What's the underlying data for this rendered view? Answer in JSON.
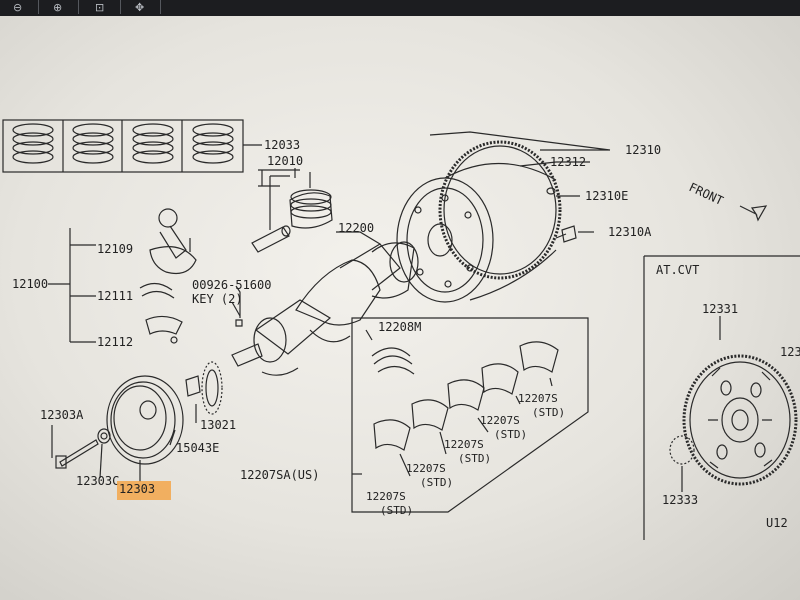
{
  "toolbar": {
    "buttons": [
      {
        "icon": "zoom-out-icon"
      },
      {
        "icon": "zoom-in-icon"
      },
      {
        "icon": "zoom-fit-icon"
      },
      {
        "icon": "pan-icon"
      }
    ]
  },
  "diagram": {
    "parts": {
      "p12033": "12033",
      "p12010": "12010",
      "p12109": "12109",
      "p12100": "12100",
      "p12111": "12111",
      "p12112": "12112",
      "p00926": "00926-51600",
      "key": "KEY (2)",
      "p12200": "12200",
      "p12208m": "12208M",
      "p12310": "12310",
      "p12312": "12312",
      "p12310e": "12310E",
      "p12310a": "12310A",
      "front": "FRONT",
      "p12303a": "12303A",
      "p12303c": "12303C",
      "p12303": "12303",
      "p15043e": "15043E",
      "p13021": "13021",
      "p12207sa": "12207SA(US)",
      "p12207s": "12207S",
      "std": "(STD)",
      "atcvt": "AT.CVT",
      "p12331": "12331",
      "p12333": "12333",
      "p1233x": "123",
      "pu12": "U12"
    },
    "highlight_color": "#f3a64a"
  }
}
